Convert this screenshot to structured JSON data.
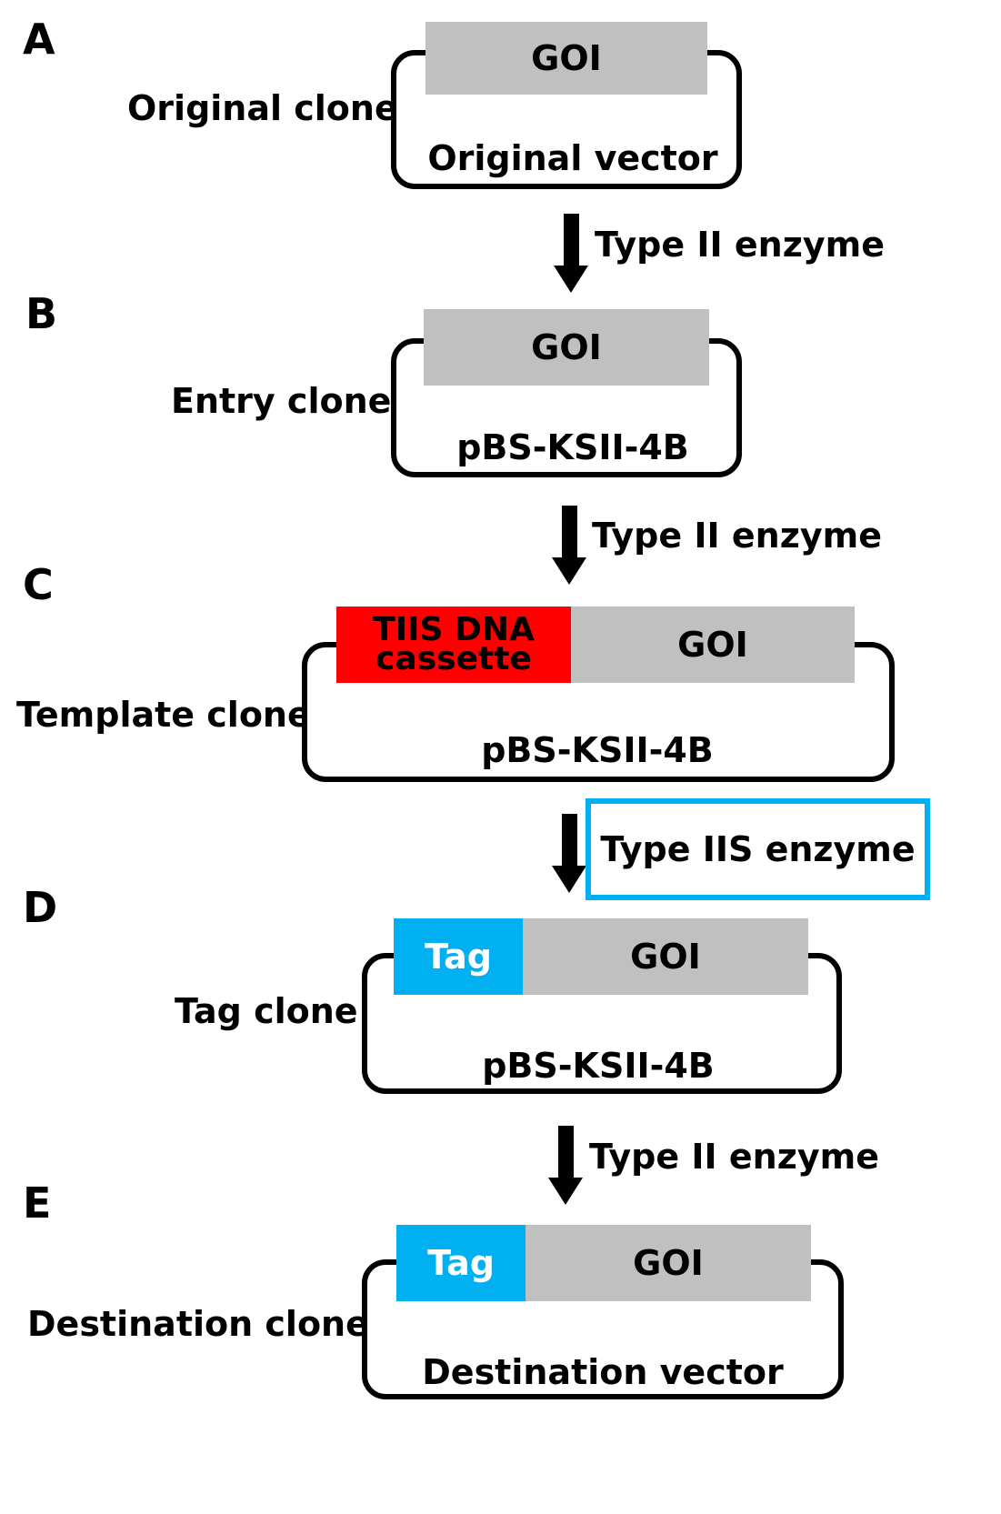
{
  "panels": {
    "a": {
      "letter": "A",
      "clone": "Original clone",
      "vector": "Original vector",
      "goi": "GOI"
    },
    "b": {
      "letter": "B",
      "clone": "Entry clone",
      "vector": "pBS-KSII-4B",
      "goi": "GOI"
    },
    "c": {
      "letter": "C",
      "clone": "Template clone",
      "vector": "pBS-KSII-4B",
      "goi": "GOI",
      "cassette_line1": "TIIS DNA",
      "cassette_line2": "cassette"
    },
    "d": {
      "letter": "D",
      "clone": "Tag clone",
      "vector": "pBS-KSII-4B",
      "goi": "GOI",
      "tag": "Tag"
    },
    "e": {
      "letter": "E",
      "clone": "Destination clone",
      "vector": "Destination vector",
      "goi": "GOI",
      "tag": "Tag"
    }
  },
  "steps": {
    "ab": "Type II enzyme",
    "bc": "Type II enzyme",
    "cd": "Type IIS enzyme",
    "de": "Type II enzyme"
  },
  "colors": {
    "goi": "#c0c0c0",
    "tag": "#00b0f0",
    "cassette": "#ff0000",
    "highlight_box": "#00b0f0"
  }
}
